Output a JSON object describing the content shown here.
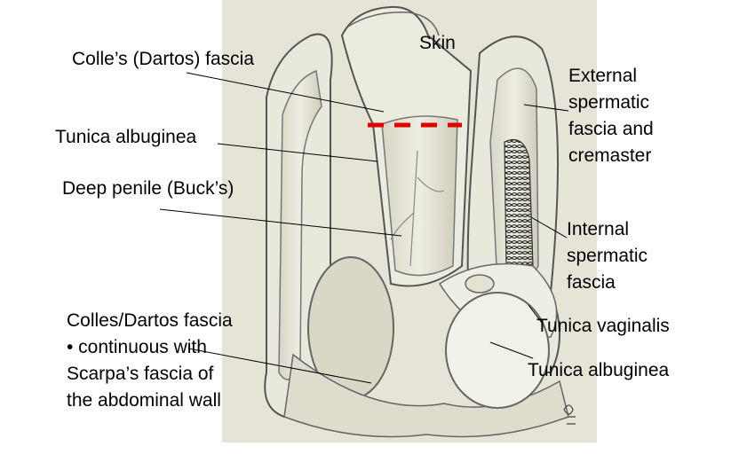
{
  "labels": {
    "skin": "Skin",
    "colles_dartos_fascia": "Colle’s (Dartos) fascia",
    "tunica_albuginea_penis": "Tunica albuginea",
    "deep_penile_fascia": "Deep penile (Buck’s)",
    "external_spermatic": [
      "External",
      "spermatic",
      "fascia and",
      "cremaster"
    ],
    "internal_spermatic": [
      "Internal",
      "spermatic",
      "fascia"
    ],
    "tunica_vaginalis": "Tunica vaginalis",
    "tunica_albuginea_testis": "Tunica albuginea",
    "colles_note": [
      "Colles/Dartos fascia",
      "• continuous with",
      "Scarpa’s fascia of",
      "the abdominal wall"
    ]
  },
  "colors": {
    "illustration_background": "#e6e4d6",
    "dashed_marker": "#e00000",
    "leader_line": "#000000"
  }
}
